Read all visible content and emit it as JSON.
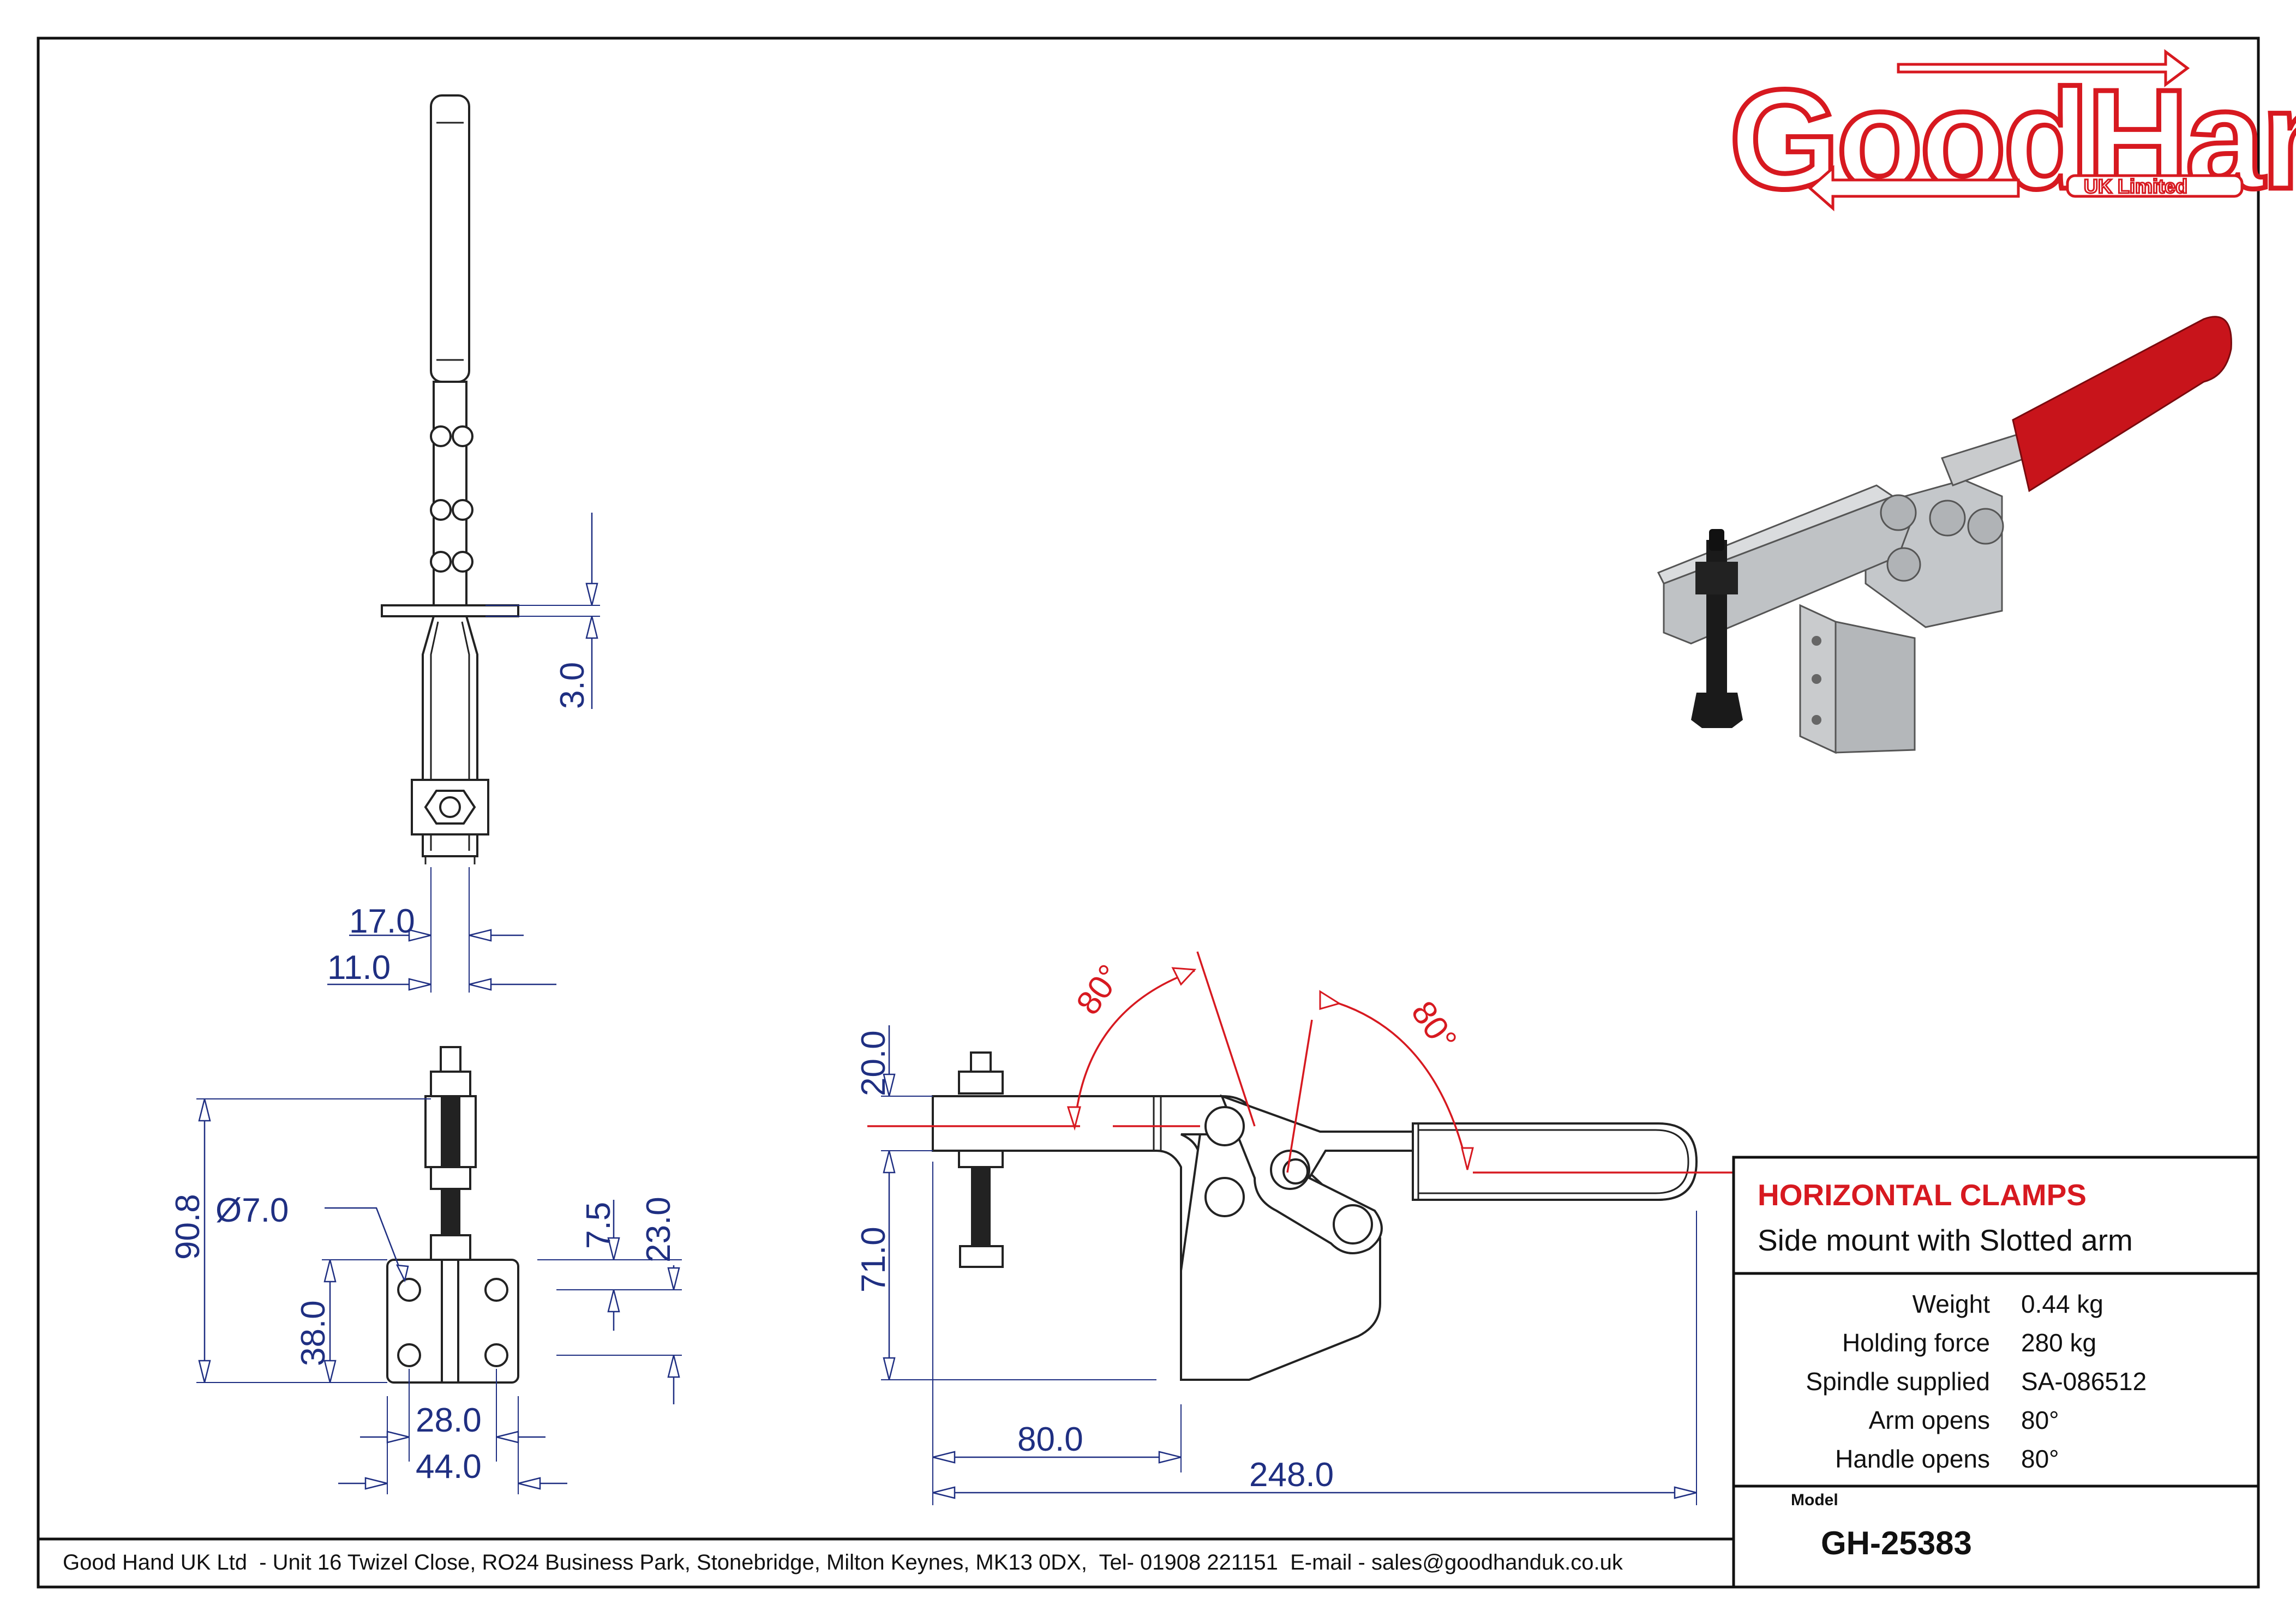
{
  "logo": {
    "main": "GoodHand",
    "sub": "UK Limited"
  },
  "title_block": {
    "title": "HORIZONTAL CLAMPS",
    "subtitle": "Side mount with Slotted arm",
    "specs": [
      {
        "label": "Weight",
        "value": "0.44 kg"
      },
      {
        "label": "Holding force",
        "value": "280 kg"
      },
      {
        "label": "Spindle supplied",
        "value": "SA-086512"
      },
      {
        "label": "Arm opens",
        "value": "80°"
      },
      {
        "label": "Handle opens",
        "value": "80°"
      }
    ],
    "model_label": "Model",
    "model": "GH-25383"
  },
  "footer": {
    "text": "Good Hand UK Ltd  - Unit 16 Twizel Close, RO24 Business Park, Stonebridge, Milton Keynes, MK13 0DX,  Tel- 01908 221151  E-mail - sales@goodhanduk.co.uk"
  },
  "dimensions": {
    "top_view": {
      "height": "3.0",
      "width_outer": "17.0",
      "width_inner": "11.0"
    },
    "front_view": {
      "overall_height": "90.8",
      "hole_dia": "Ø7.0",
      "base_height": "38.0",
      "offset": "7.5",
      "top_offset": "23.0",
      "hole_spacing": "28.0",
      "base_width": "44.0"
    },
    "side_view": {
      "arm_height": "20.0",
      "body_height": "71.0",
      "base_length": "80.0",
      "overall_length": "248.0",
      "arm_angle": "80°",
      "handle_angle": "80°"
    }
  },
  "colors": {
    "brand_red": "#d71920",
    "dimension_blue": "#1f2f82",
    "line": "#222222"
  }
}
